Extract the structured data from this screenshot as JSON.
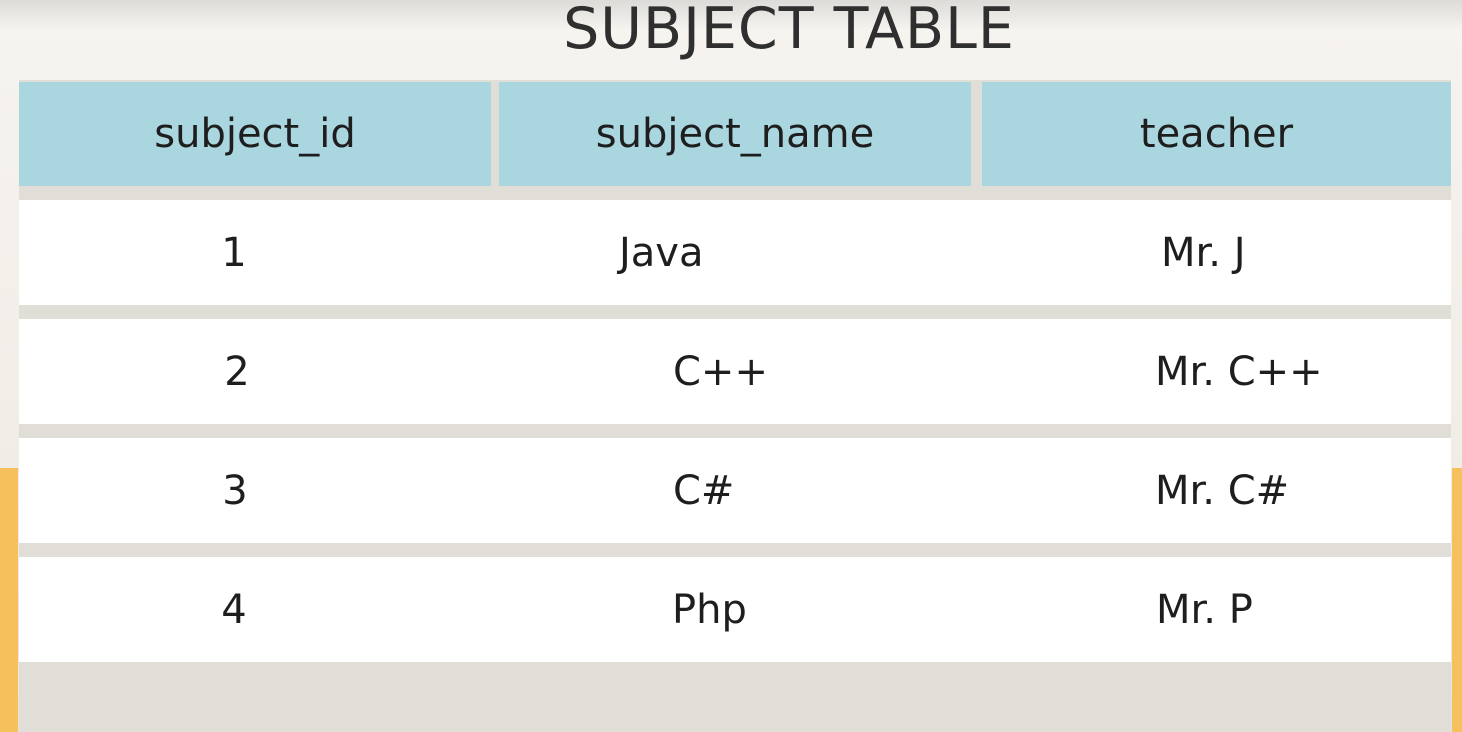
{
  "title": "SUBJECT TABLE",
  "table": {
    "columns": [
      "subject_id",
      "subject_name",
      "teacher"
    ],
    "rows": [
      [
        "1",
        "Java",
        "Mr. J"
      ],
      [
        "2",
        "C++",
        "Mr. C++"
      ],
      [
        "3",
        "C#",
        "Mr. C#"
      ],
      [
        "4",
        "Php",
        "Mr. P"
      ]
    ]
  },
  "colors": {
    "header": "#aad6e0",
    "row": "#ffffff",
    "background": "#f1ede7",
    "accent": "#f6c15c",
    "text": "#1e1e1e"
  }
}
